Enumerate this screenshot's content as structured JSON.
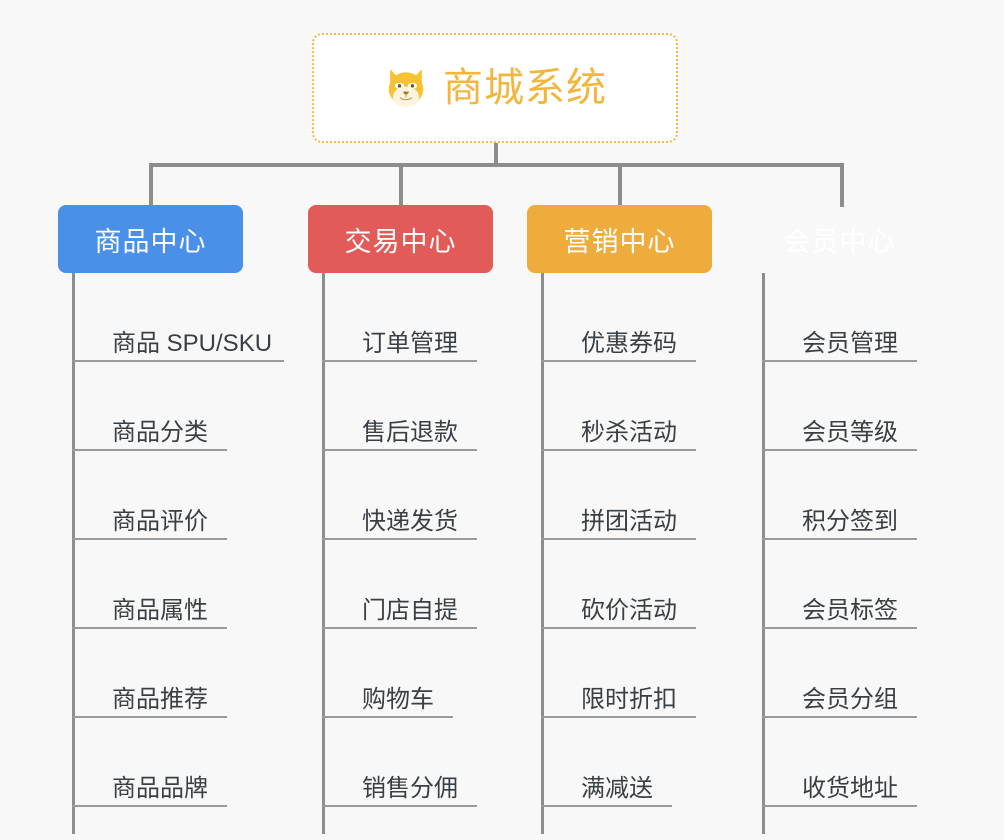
{
  "page": {
    "background_color": "#f8f8f8",
    "diagram_type": "organization-tree"
  },
  "root": {
    "title": "商城系统",
    "icon": "dog-face-emoji",
    "text_color": "#f2b63c",
    "border_color": "#f0b849"
  },
  "categories": [
    {
      "label": "商品中心",
      "color": "#4a90e8",
      "items": [
        "商品 SPU/SKU",
        "商品分类",
        "商品评价",
        "商品属性",
        "商品推荐",
        "商品品牌"
      ]
    },
    {
      "label": "交易中心",
      "color": "#e35b58",
      "items": [
        "订单管理",
        "售后退款",
        "快递发货",
        "门店自提",
        "购物车",
        "销售分佣"
      ]
    },
    {
      "label": "营销中心",
      "color": "#eeac3c",
      "items": [
        "优惠券码",
        "秒杀活动",
        "拼团活动",
        "砍价活动",
        "限时折扣",
        "满减送"
      ]
    },
    {
      "label": "会员中心",
      "color": "#77c council",
      "items": [
        "会员管理",
        "会员等级",
        "积分签到",
        "会员标签",
        "会员分组",
        "收货地址"
      ]
    }
  ],
  "connector_color": "#8d8d8d",
  "leaf_text_color": "#3a3f44",
  "leaf_rule_color": "#9a9a9a"
}
